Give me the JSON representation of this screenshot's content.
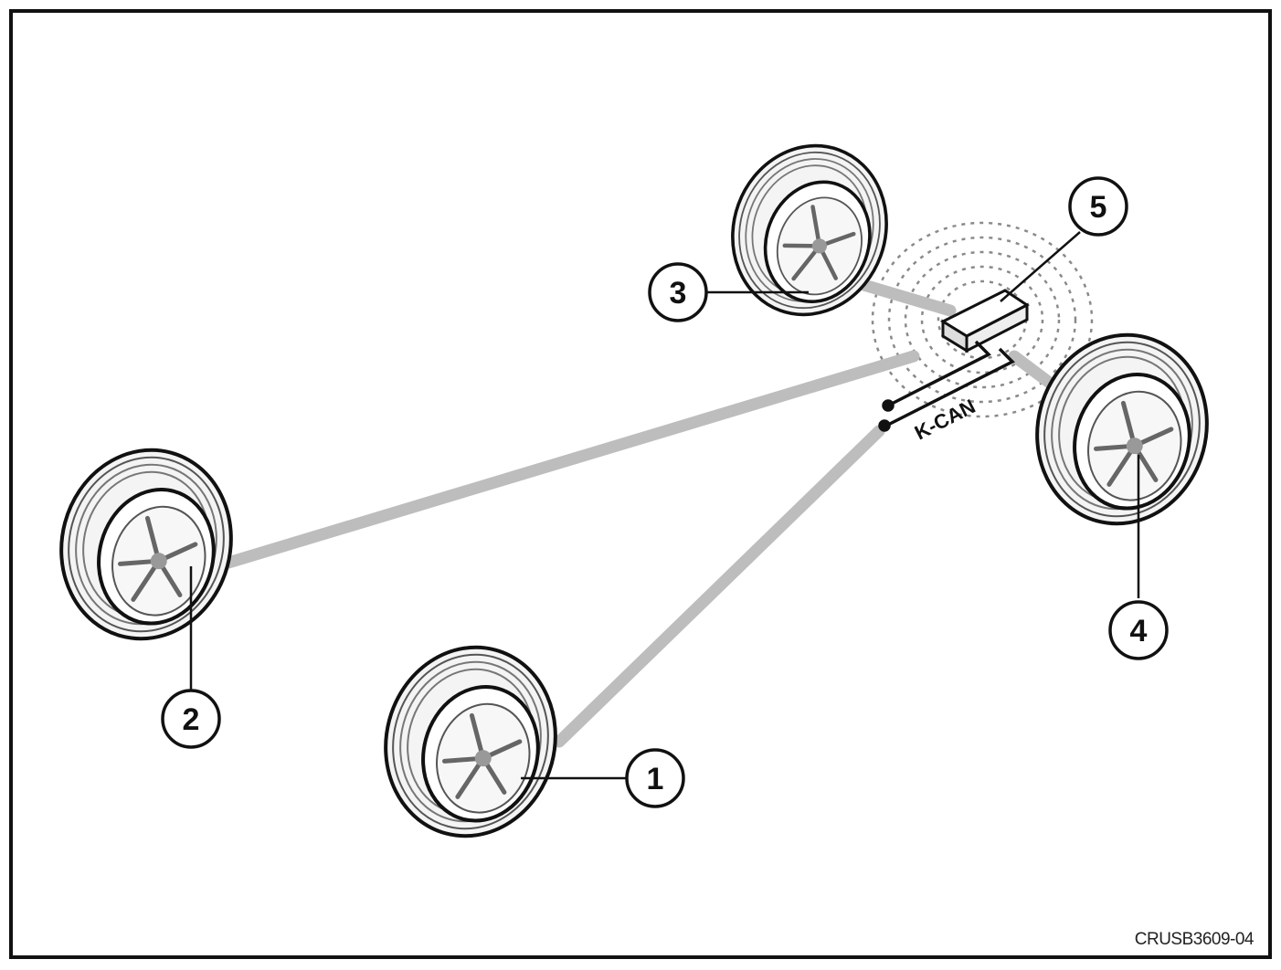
{
  "figure_id": "CRUSB3609-04",
  "bus_label": "K-CAN",
  "callouts": [
    {
      "number": "1"
    },
    {
      "number": "2"
    },
    {
      "number": "3"
    },
    {
      "number": "4"
    },
    {
      "number": "5"
    }
  ],
  "colors": {
    "line": "#111111",
    "signal_path": "#bdbdbd",
    "tire_fill": "#f4f4f4",
    "background": "#ffffff"
  }
}
